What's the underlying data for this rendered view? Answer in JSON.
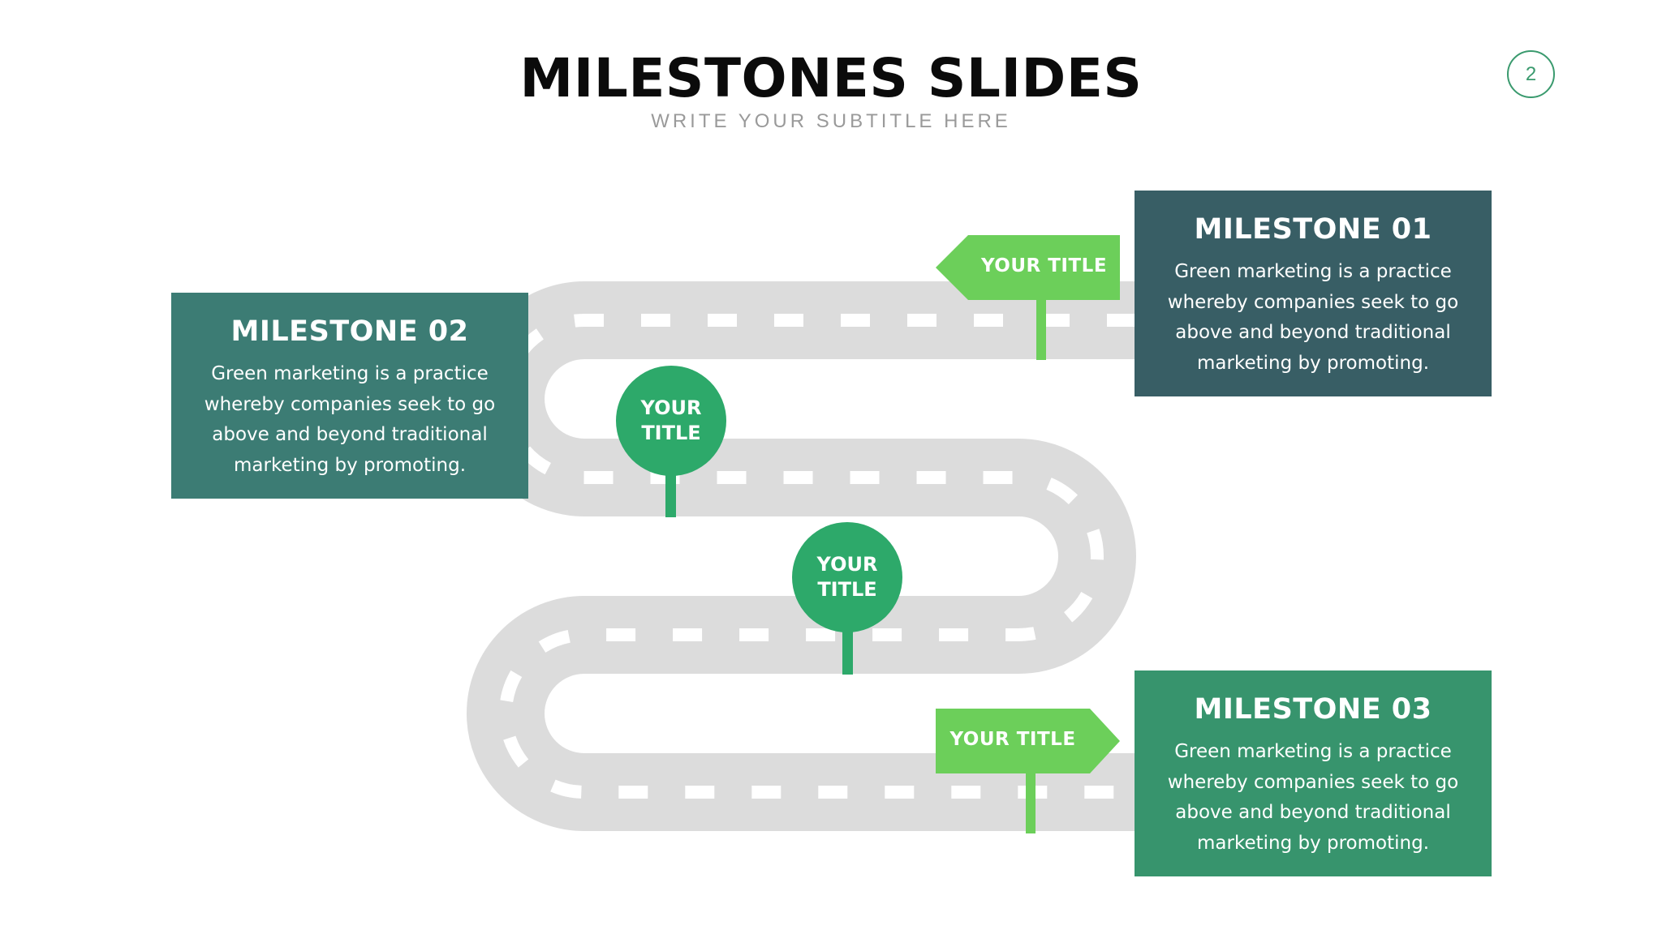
{
  "header": {
    "title": "MILESTONES SLIDES",
    "subtitle": "WRITE YOUR SUBTITLE HERE",
    "page_number": "2"
  },
  "milestones": [
    {
      "title": "MILESTONE 01",
      "text": "Green marketing is a practice whereby companies seek to go above and beyond traditional marketing by promoting.",
      "color": "#385e65"
    },
    {
      "title": "MILESTONE 02",
      "text": "Green marketing is a practice whereby companies seek to go above and beyond traditional marketing by promoting.",
      "color": "#3c7c74"
    },
    {
      "title": "MILESTONE 03",
      "text": "Green marketing is a practice whereby companies seek to go above and beyond traditional marketing by promoting.",
      "color": "#37946d"
    }
  ],
  "markers": [
    {
      "label": "YOUR TITLE",
      "shape": "left-arrow-sign",
      "color": "#6ccf5a"
    },
    {
      "label_line1": "YOUR",
      "label_line2": "TITLE",
      "shape": "circle-pin",
      "color": "#2da96a"
    },
    {
      "label_line1": "YOUR",
      "label_line2": "TITLE",
      "shape": "circle-pin",
      "color": "#2da96a"
    },
    {
      "label": "YOUR TITLE",
      "shape": "right-arrow-sign",
      "color": "#6ccf5a"
    }
  ],
  "road": {
    "color": "#dcdcdc",
    "dash_color": "#ffffff"
  }
}
